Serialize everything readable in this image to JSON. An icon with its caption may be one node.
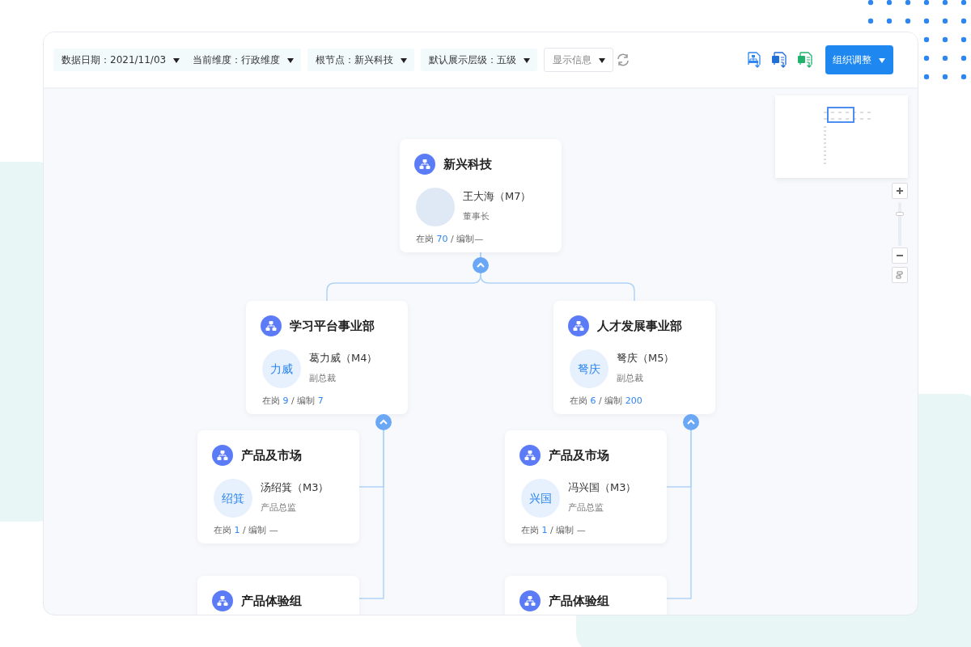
{
  "diagram": {
    "nodes": [
      {
        "text": [
          "新兴科技",
          "王大海（M7）",
          "董事长",
          "在岗 70 / 编制—"
        ]
      },
      {
        "text": [],
        "shape": "circle",
        "in": 0
      },
      {
        "text": [
          "学习平台事业部",
          "葛力威（M4）",
          "副总裁",
          "在岗 9 / 编制 7"
        ]
      },
      {
        "text": [
          "力威"
        ],
        "in": 2
      },
      {
        "text": [
          "人才发展事业部",
          "弩庆（M5）",
          "副总裁",
          "在岗 6 / 编制 200"
        ]
      },
      {
        "text": [
          "弩庆"
        ],
        "in": 4
      },
      {
        "text": [
          "产品及市场",
          "汤绍箕（M3）",
          "产品总监",
          "在岗 1 / 编制 —"
        ]
      },
      {
        "text": [
          "绍箕"
        ],
        "in": 6
      },
      {
        "text": [
          "产品及市场",
          "冯兴国（M3）",
          "产品总监",
          "在岗 1 / 编制 —"
        ]
      },
      {
        "text": [
          "兴国"
        ],
        "in": 8
      },
      {
        "text": [
          "产品体验组"
        ]
      },
      {
        "text": [
          "产品体验组"
        ]
      }
    ],
    "edges": [
      {
        "from": 0,
        "to": 2,
        "arrow": "none"
      },
      {
        "from": 0,
        "to": 4,
        "arrow": "none"
      },
      {
        "from": 2,
        "to": 6,
        "arrow": "none"
      },
      {
        "from": 2,
        "to": 10,
        "arrow": "none"
      },
      {
        "from": 4,
        "to": 8,
        "arrow": "none"
      },
      {
        "from": 4,
        "to": 11,
        "arrow": "none"
      }
    ],
    "labels": [
      "数据日期：2021/11/03",
      "当前维度：行政维度",
      "根节点：新兴科技",
      "默认展示层级：五级",
      "显示信息",
      "组织调整"
    ]
  }
}
